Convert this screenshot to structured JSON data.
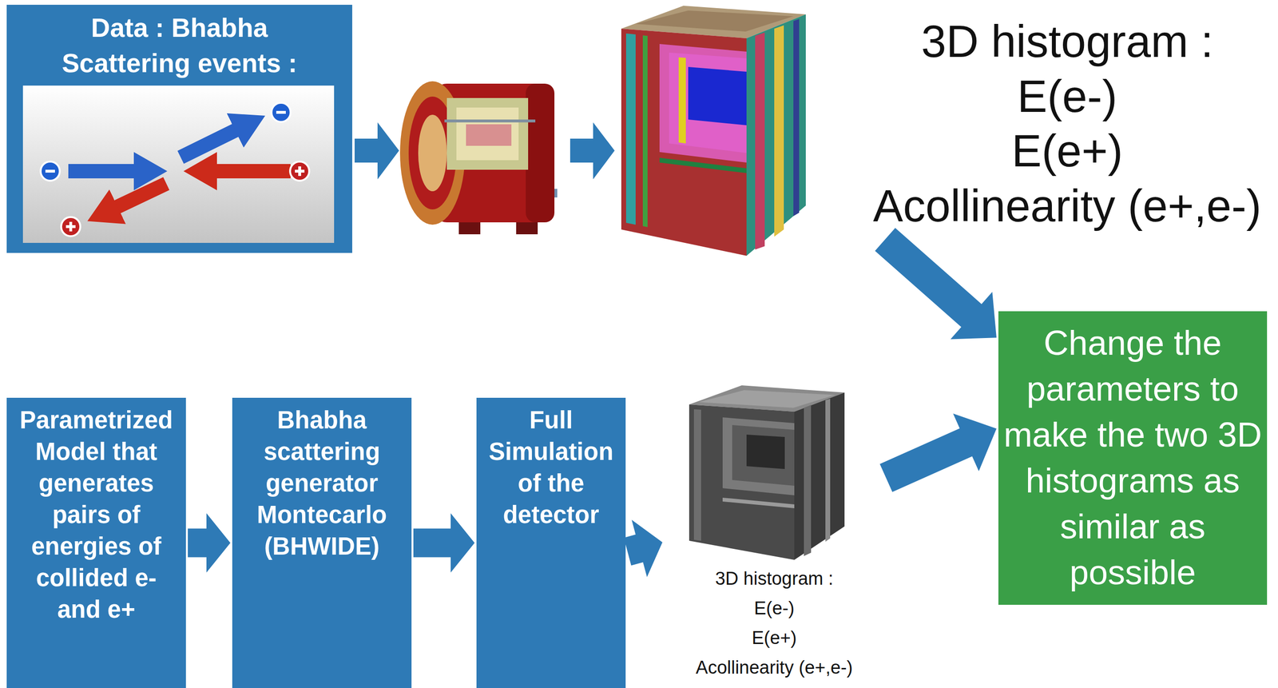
{
  "diagram": {
    "nodes": [
      {
        "text": [
          "Data : Bhabha Scattering events :"
        ]
      },
      {
        "text": [
          "3D histogram :",
          "E(e-)",
          "E(e+)",
          "Acollinearity (e+,e-)"
        ]
      },
      {
        "text": [
          "Parametrized Model that generates pairs of energies of collided e- and e+"
        ]
      },
      {
        "text": [
          "Bhabha scattering generator Montecarlo (BHWIDE)"
        ]
      },
      {
        "text": [
          "Full Simulation of the detector"
        ]
      },
      {
        "text": [
          "3D histogram :",
          "E(e-)",
          "E(e+)",
          "Acollinearity (e+,e-)"
        ]
      },
      {
        "text": [
          "Change the parameters to make the two 3D histograms as similar as possible"
        ]
      }
    ],
    "edges": [
      {
        "from": 2,
        "to": 3,
        "arrow": "to"
      },
      {
        "from": 3,
        "to": 4,
        "arrow": "to"
      },
      {
        "from": 4,
        "to": 5,
        "arrow": "to"
      },
      {
        "from": 1,
        "to": 6,
        "arrow": "to"
      },
      {
        "from": 5,
        "to": 6,
        "arrow": "to"
      }
    ]
  }
}
